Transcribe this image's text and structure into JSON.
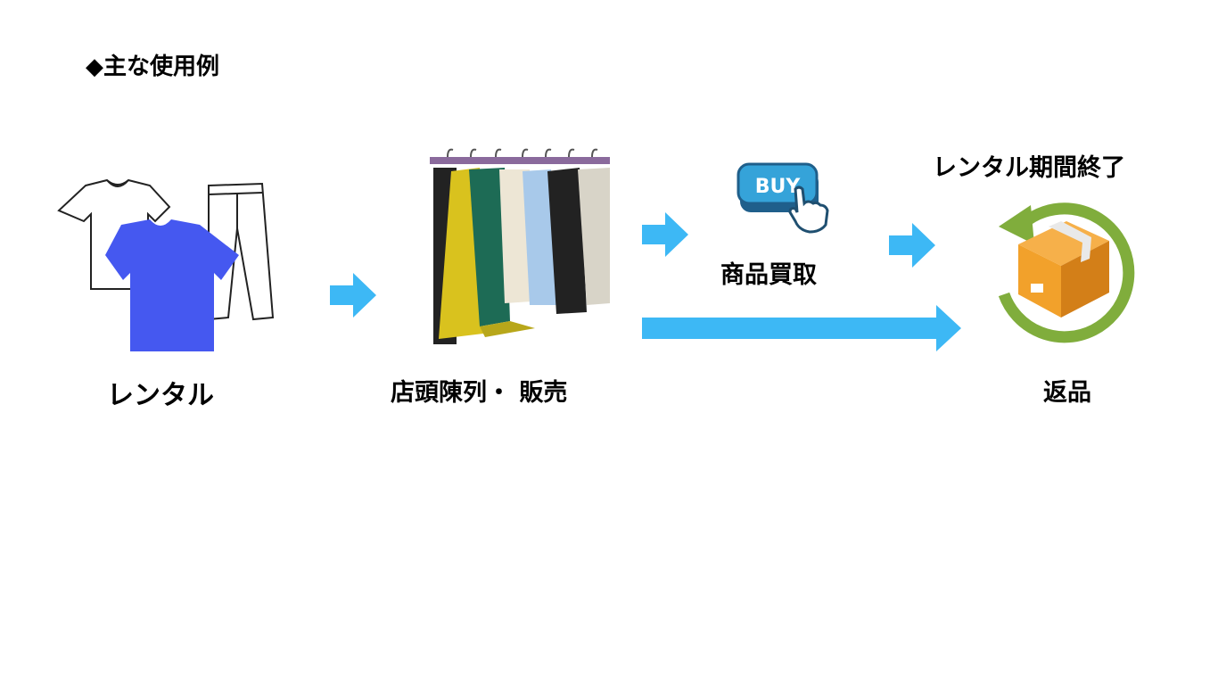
{
  "heading": "◆主な使用例",
  "steps": {
    "rental": "レンタル",
    "display_sale": "店頭陳列・ 販売",
    "purchase": "商品買取",
    "rental_end": "レンタル期間終了",
    "return": "返品"
  },
  "buy_button_text": "BUY",
  "colors": {
    "arrow": "#3db8f5",
    "tshirt": "#4558f0",
    "cycle": "#80ad3c",
    "box": "#f2a12b"
  },
  "icons": [
    "tshirt-icon",
    "pants-icon",
    "clothes-rack-icon",
    "buy-button-icon",
    "pointer-hand-icon",
    "return-cycle-icon",
    "package-icon"
  ]
}
